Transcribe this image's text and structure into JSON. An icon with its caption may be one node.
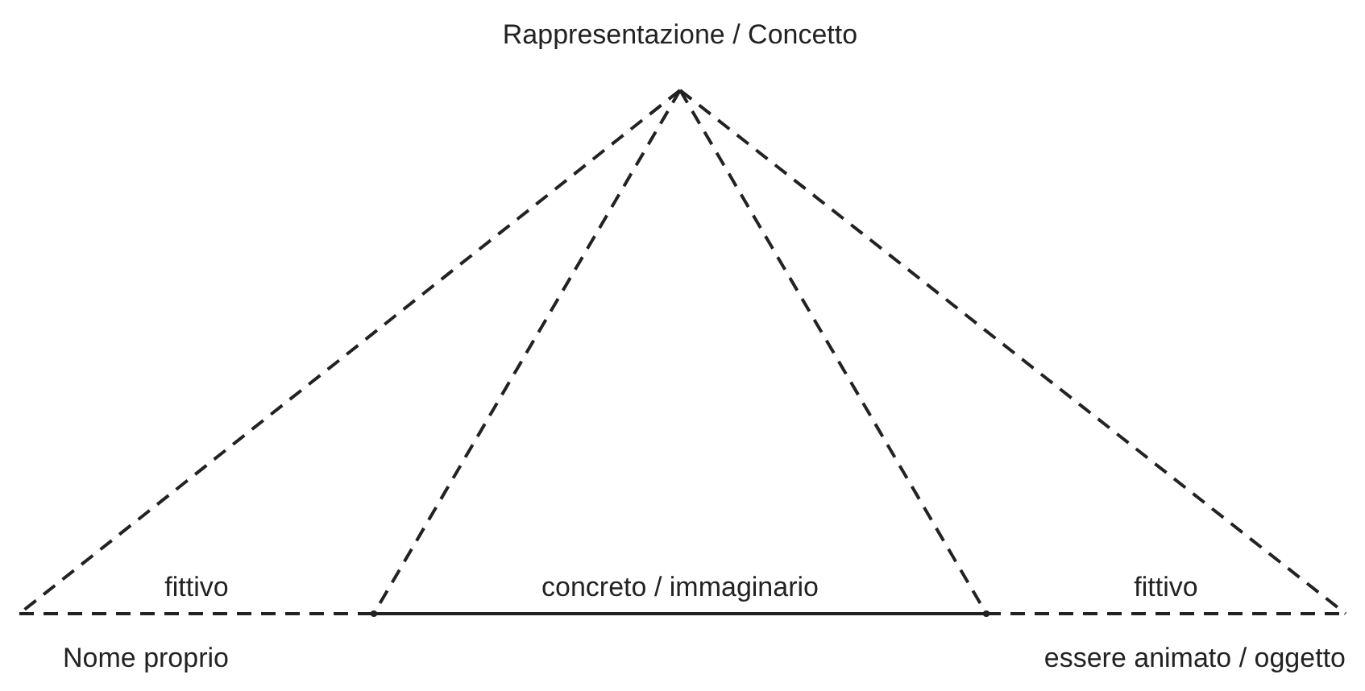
{
  "diagram": {
    "nodes": [
      {
        "text": [
          "Rappresentazione / Concetto"
        ]
      },
      {
        "text": [
          "Nome proprio"
        ]
      },
      {
        "text": [],
        "shape": "dot"
      },
      {
        "text": [],
        "shape": "dot"
      },
      {
        "text": [
          "essere animato / oggetto"
        ]
      }
    ],
    "edges": [
      {
        "from": 0,
        "to": 1,
        "arrow": "none",
        "style": "dashed"
      },
      {
        "from": 0,
        "to": 2,
        "arrow": "none",
        "style": "dashed"
      },
      {
        "from": 0,
        "to": 3,
        "arrow": "none",
        "style": "dashed"
      },
      {
        "from": 0,
        "to": 4,
        "arrow": "none",
        "style": "dashed"
      },
      {
        "from": 1,
        "to": 2,
        "arrow": "none",
        "style": "dashed",
        "label": "fittivo"
      },
      {
        "from": 2,
        "to": 3,
        "arrow": "none",
        "label": "concreto / immaginario"
      },
      {
        "from": 3,
        "to": 4,
        "arrow": "none",
        "style": "dashed",
        "label": "fittivo"
      }
    ]
  }
}
